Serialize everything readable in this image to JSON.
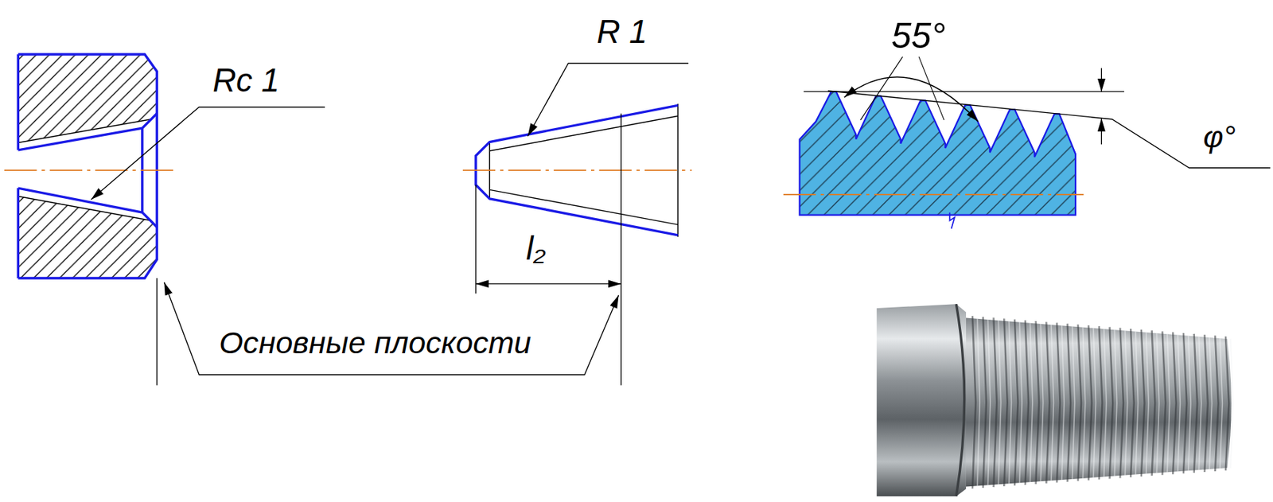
{
  "diagram": {
    "labels": [
      "Rc 1",
      "R 1",
      "l₂",
      "Основные плоскости",
      "55°",
      "φ°"
    ]
  }
}
